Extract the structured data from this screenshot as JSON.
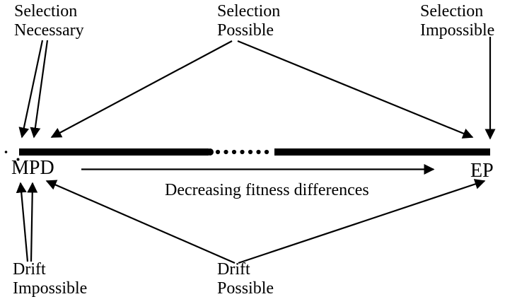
{
  "diagram": {
    "top_labels": {
      "selection_necessary": {
        "line1": "Selection",
        "line2": "Necessary"
      },
      "selection_possible": {
        "line1": "Selection",
        "line2": "Possible"
      },
      "selection_impossible": {
        "line1": "Selection",
        "line2": "Impossible"
      }
    },
    "axis": {
      "left_endpoint": "MPD",
      "right_endpoint": "EP",
      "arrow_caption": "Decreasing fitness differences"
    },
    "bottom_labels": {
      "drift_impossible": {
        "line1": "Drift",
        "line2": "Impossible"
      },
      "drift_possible": {
        "line1": "Drift",
        "line2": "Possible"
      }
    },
    "colors": {
      "ink": "#000000",
      "background": "#ffffff"
    }
  }
}
